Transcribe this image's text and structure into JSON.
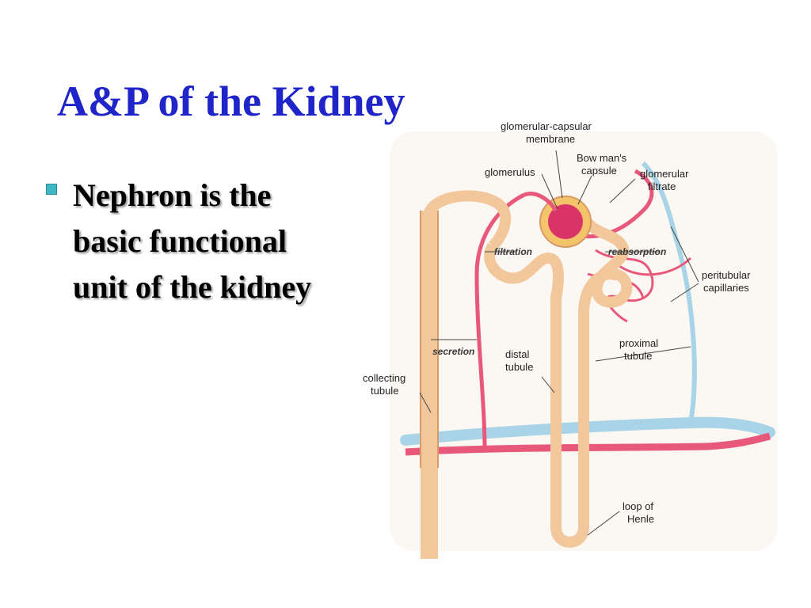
{
  "slide": {
    "title": "A&P of the Kidney",
    "bullet": "Nephron is the\nbasic functional\nunit of the kidney"
  },
  "diagram": {
    "labels": {
      "glomerular_capsular_membrane_1": "glomerular-capsular",
      "glomerular_capsular_membrane_2": "membrane",
      "bowmans_capsule_1": "Bow man's",
      "bowmans_capsule_2": "capsule",
      "glomerulus": "glomerulus",
      "glomerular_filtrate_1": "glomerular",
      "glomerular_filtrate_2": "filtrate",
      "filtration": "filtration",
      "reabsorption": "reabsorption",
      "peritubular_capillaries_1": "peritubular",
      "peritubular_capillaries_2": "capillaries",
      "secretion": "secretion",
      "distal_tubule_1": "distal",
      "distal_tubule_2": "tubule",
      "proximal_tubule_1": "proximal",
      "proximal_tubule_2": "tubule",
      "collecting_tubule_1": "collecting",
      "collecting_tubule_2": "tubule",
      "loop_of_henle_1": "loop of",
      "loop_of_henle_2": "Henle"
    },
    "colors": {
      "tubule": "#f2c79c",
      "tubule_outline": "#d99a66",
      "artery": "#e8587a",
      "vein": "#a9d4e8",
      "glomerulus": "#d9336a",
      "capsule": "#f4c46a"
    }
  }
}
